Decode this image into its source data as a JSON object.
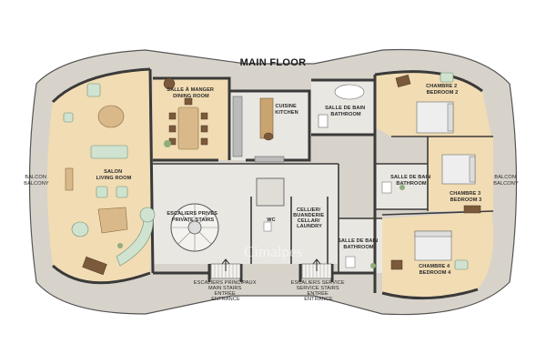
{
  "title": "MAIN FLOOR",
  "rooms": {
    "dining": [
      "SALLE À MANGER",
      "DINING ROOM"
    ],
    "kitchen": [
      "CUISINE",
      "KITCHEN"
    ],
    "bath_top": [
      "SALLE DE BAIN",
      "BATHROOM"
    ],
    "bedroom2": [
      "CHAMBRE 2",
      "BEDROOM 2"
    ],
    "salon": [
      "SALON",
      "LIVING ROOM"
    ],
    "balcony_left": [
      "BALCON",
      "BALCONY"
    ],
    "balcony_right": [
      "BALCON",
      "BALCONY"
    ],
    "stairs": [
      "ESCALIERS PRIVÉS",
      "PRIVATE STAIRS"
    ],
    "wc": [
      "WC"
    ],
    "laundry": [
      "CELLIER/",
      "BUANDERIE",
      "CELLAR/",
      "LAUNDRY"
    ],
    "bath_mid": [
      "SALLE DE BAIN",
      "BATHROOM"
    ],
    "bedroom3": [
      "CHAMBRE 3",
      "BEDROOM 3"
    ],
    "bath_low": [
      "SALLE DE BAIN",
      "BATHROOM"
    ],
    "bedroom4": [
      "CHAMBRE 4",
      "BEDROOM 4"
    ]
  },
  "entrances": {
    "main": [
      "ESCALIERS PRINCIPAUX",
      "MAIN STAIRS",
      "ENTRÉE",
      "ENTRANCE"
    ],
    "service": [
      "ESCALIERS SERVICE",
      "SERVICE STAIRS",
      "ENTRÉE",
      "ENTRANCE"
    ]
  },
  "watermark": "Cimalpes",
  "colors": {
    "wall": "#3a3a3a",
    "wood_floor": "#f1dcb4",
    "tile_floor": "#e9e7e2",
    "deck": "#d8d3ca",
    "outline": "#555555"
  }
}
